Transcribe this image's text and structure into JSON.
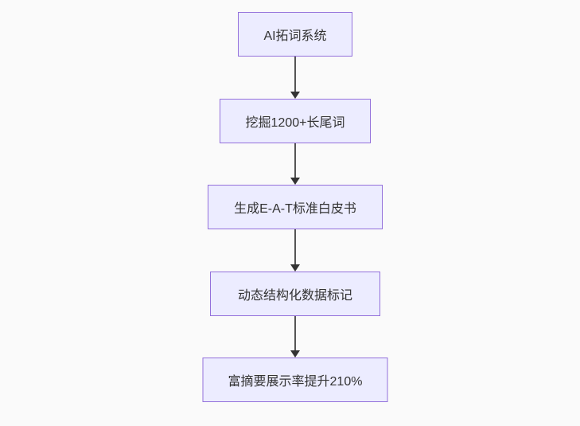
{
  "diagram": {
    "type": "flowchart",
    "direction": "top-down",
    "background_color": "#fafafa",
    "node_fill_color": "#ececff",
    "node_border_color": "#9370db",
    "arrow_color": "#333333",
    "text_color": "#333333",
    "nodes": [
      {
        "id": "ai-keyword-system",
        "label": "AI拓词系统"
      },
      {
        "id": "longtail-mining",
        "label": "挖掘1200+长尾词"
      },
      {
        "id": "eat-whitepaper",
        "label": "生成E-A-T标准白皮书"
      },
      {
        "id": "structured-data",
        "label": "动态结构化数据标记"
      },
      {
        "id": "rich-snippet-result",
        "label": "富摘要展示率提升210%"
      }
    ],
    "edges": [
      {
        "from": "ai-keyword-system",
        "to": "longtail-mining",
        "label": ""
      },
      {
        "from": "longtail-mining",
        "to": "eat-whitepaper",
        "label": ""
      },
      {
        "from": "eat-whitepaper",
        "to": "structured-data",
        "label": ""
      },
      {
        "from": "structured-data",
        "to": "rich-snippet-result",
        "label": ""
      }
    ]
  }
}
